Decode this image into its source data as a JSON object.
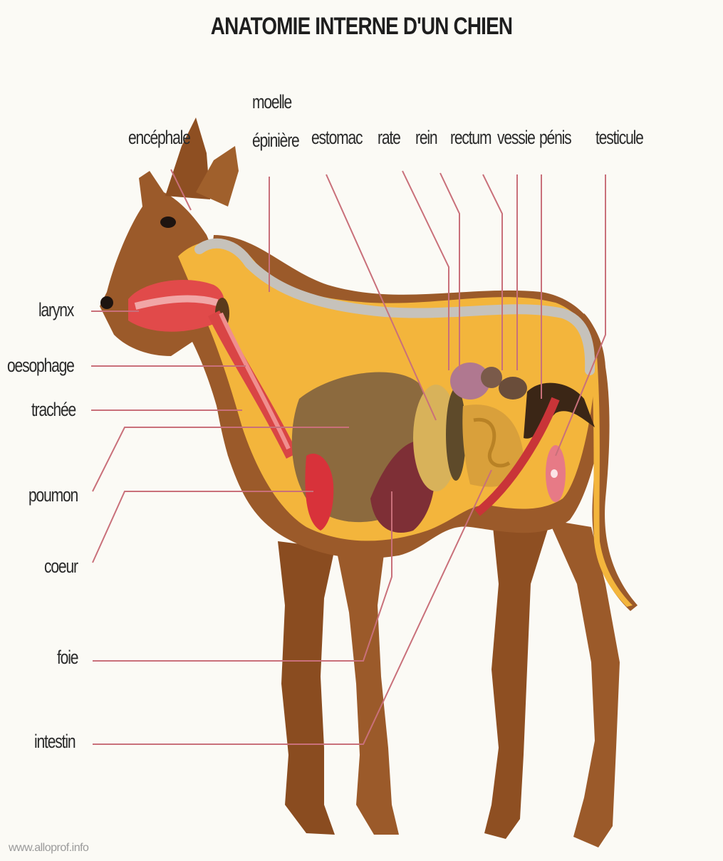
{
  "title": "ANATOMIE INTERNE D'UN CHIEN",
  "labels": {
    "encephale": "encéphale",
    "moelle_line1": "moelle",
    "moelle_line2": "épinière",
    "estomac": "estomac",
    "rate": "rate",
    "rein": "rein",
    "rectum": "rectum",
    "vessie": "vessie",
    "penis": "pénis",
    "testicule": "testicule",
    "larynx": "larynx",
    "oesophage": "oesophage",
    "trachee": "trachée",
    "poumon": "poumon",
    "coeur": "coeur",
    "foie": "foie",
    "intestin": "intestin"
  },
  "credit": "www.alloprof.info",
  "colors": {
    "fur": "#9b5a2a",
    "fur_dark": "#6e3b17",
    "cavity": "#f3b53c",
    "leader_line": "#c9707a",
    "heart": "#d8323a",
    "lung": "#8c6a3e",
    "liver": "#7e2f36"
  }
}
